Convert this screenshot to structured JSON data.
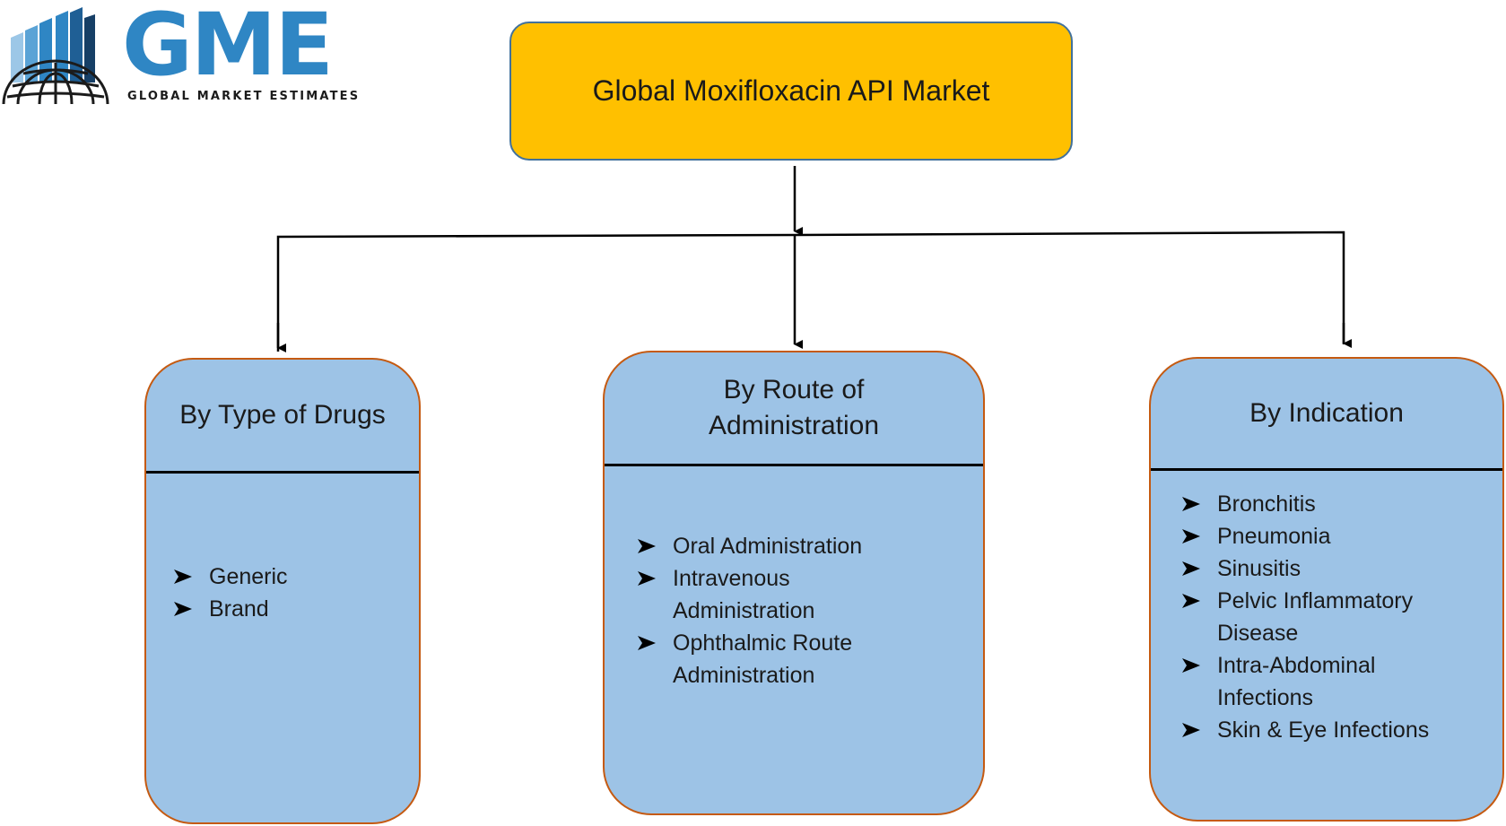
{
  "logo": {
    "text": "GME",
    "subtitle": "GLOBAL MARKET ESTIMATES",
    "brand_color": "#2f86c4"
  },
  "root": {
    "label": "Global Moxifloxacin API Market",
    "fill_color": "#ffc000"
  },
  "categories": [
    {
      "title": "By Type of Drugs",
      "items": [
        "Generic",
        "Brand"
      ]
    },
    {
      "title": "By Route of Administration",
      "items": [
        "Oral Administration",
        "Intravenous Administration",
        "Ophthalmic Route Administration"
      ]
    },
    {
      "title": "By Indication",
      "items": [
        "Bronchitis",
        "Pneumonia",
        "Sinusitis",
        "Pelvic Inflammatory Disease",
        "Intra-Abdominal Infections",
        "Skin & Eye Infections"
      ]
    }
  ],
  "colors": {
    "category_fill": "#9dc3e6",
    "category_border": "#c55a11",
    "connector": "#000000"
  },
  "icons": {
    "bullet": "arrowhead-bullet-icon"
  }
}
